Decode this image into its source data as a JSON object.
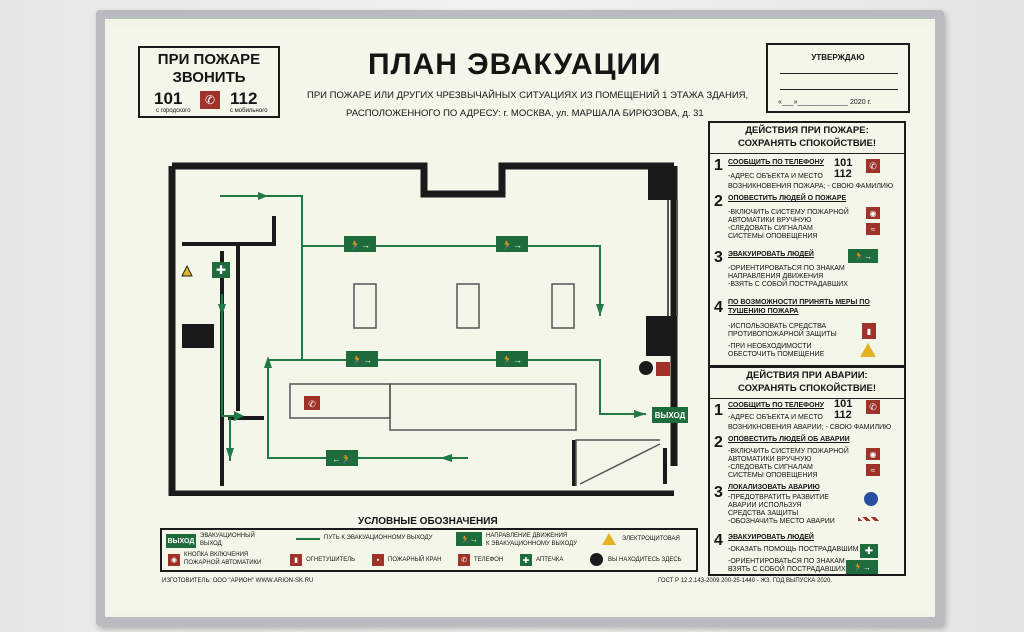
{
  "fire_call": {
    "title_line1": "ПРИ ПОЖАРЕ",
    "title_line2": "ЗВОНИТЬ",
    "num1": "101",
    "num1_note": "с городского",
    "num2": "112",
    "num2_note": "с мобильного"
  },
  "header": {
    "title": "ПЛАН ЭВАКУАЦИИ",
    "subtitle_line1": "ПРИ ПОЖАРЕ  ИЛИ ДРУГИХ ЧРЕЗВЫЧАЙНЫХ СИТУАЦИЯХ ИЗ ПОМЕЩЕНИЙ 1 ЭТАЖА ЗДАНИЯ,",
    "subtitle_line2": "РАСПОЛОЖЕННОГО ПО АДРЕСУ: г. МОСКВА, ул. МАРШАЛА БИРЮЗОВА, д. 31"
  },
  "approve": {
    "title": "УТВЕРЖДАЮ",
    "date": "«___»_____________ 2020 г."
  },
  "fire_actions": {
    "title_line1": "ДЕЙСТВИЯ ПРИ ПОЖАРЕ:",
    "title_line2": "СОХРАНЯТЬ СПОКОЙСТВИЕ!",
    "steps": [
      {
        "n": "1",
        "head": "СООБЩИТЬ ПО ТЕЛЕФОНУ",
        "nums": [
          "101",
          "112"
        ],
        "lines": [
          "-АДРЕС ОБЪЕКТА И МЕСТО",
          "ВОЗНИКНОВЕНИЯ ПОЖАРА; - СВОЮ ФАМИЛИЮ"
        ]
      },
      {
        "n": "2",
        "head": "ОПОВЕСТИТЬ ЛЮДЕЙ О ПОЖАРЕ",
        "lines": [
          "-ВКЛЮЧИТЬ СИСТЕМУ ПОЖАРНОЙ",
          "АВТОМАТИКИ ВРУЧНУЮ",
          "-СЛЕДОВАТЬ СИГНАЛАМ",
          "СИСТЕМЫ ОПОВЕЩЕНИЯ"
        ]
      },
      {
        "n": "3",
        "head": "ЭВАКУИРОВАТЬ ЛЮДЕЙ",
        "lines": [
          "-ОРИЕНТИРОВАТЬСЯ ПО  ЗНАКАМ",
          "НАПРАВЛЕНИЯ ДВИЖЕНИЯ",
          "-ВЗЯТЬ С СОБОЙ ПОСТРАДАВШИХ"
        ]
      },
      {
        "n": "4",
        "head": "ПО ВОЗМОЖНОСТИ ПРИНЯТЬ МЕРЫ ПО",
        "head2": "ТУШЕНИЮ ПОЖАРА",
        "lines": [
          "-ИСПОЛЬЗОВАТЬ СРЕДСТВА",
          "ПРОТИВОПОЖАРНОЙ ЗАЩИТЫ",
          "-ПРИ НЕОБХОДИМОСТИ",
          "ОБЕСТОЧИТЬ ПОМЕЩЕНИЕ"
        ]
      }
    ]
  },
  "accident_actions": {
    "title_line1": "ДЕЙСТВИЯ ПРИ АВАРИИ:",
    "title_line2": "СОХРАНЯТЬ СПОКОЙСТВИЕ!",
    "steps": [
      {
        "n": "1",
        "head": "СООБЩИТЬ ПО ТЕЛЕФОНУ",
        "nums": [
          "101",
          "112"
        ],
        "lines": [
          "-АДРЕС ОБЪЕКТА И МЕСТО",
          "ВОЗНИКНОВЕНИЯ АВАРИИ; - СВОЮ ФАМИЛИЮ"
        ]
      },
      {
        "n": "2",
        "head": "ОПОВЕСТИТЬ ЛЮДЕЙ ОБ АВАРИИ",
        "lines": [
          "-ВКЛЮЧИТЬ СИСТЕМУ ПОЖАРНОЙ",
          "АВТОМАТИКИ ВРУЧНУЮ",
          "-СЛЕДОВАТЬ СИГНАЛАМ",
          "СИСТЕМЫ ОПОВЕЩЕНИЯ"
        ]
      },
      {
        "n": "3",
        "head": "ЛОКАЛИЗОВАТЬ АВАРИЮ",
        "lines": [
          "-ПРЕДОТВРАТИТЬ РАЗВИТИЕ",
          "АВАРИИ ИСПОЛЬЗУЯ",
          "СРЕДСТВА ЗАЩИТЫ",
          "-ОБОЗНАЧИТЬ МЕСТО АВАРИИ"
        ]
      },
      {
        "n": "4",
        "head": "ЭВАКУИРОВАТЬ ЛЮДЕЙ",
        "lines": [
          "-ОКАЗАТЬ ПОМОЩЬ ПОСТРАДАВШИМ",
          "-ОРИЕНТИРОВАТЬСЯ ПО ЗНАКАМ",
          "ВЗЯТЬ С СОБОЙ ПОСТРАДАВШИХ"
        ]
      }
    ]
  },
  "plan": {
    "exit_label": "ВЫХОД"
  },
  "legend": {
    "title": "УСЛОВНЫЕ ОБОЗНАЧЕНИЯ",
    "exit_box": "ВЫХОД",
    "exit_text_line1": "ЭВАКУАЦИОННЫЙ",
    "exit_text_line2": "ВЫХОД",
    "path": "ПУТЬ К ЭВАКУАЦИОННОМУ ВЫХОДУ",
    "direction_line1": "НАПРАВЛЕНИЕ ДВИЖЕНИЯ",
    "direction_line2": "К ЭВАКУАЦИОННОМУ ВЫХОДУ",
    "panel": "ЭЛЕКТРОЩИТОВАЯ",
    "button_line1": "КНОПКА ВКЛЮЧЕНИЯ",
    "button_line2": "ПОЖАРНОЙ АВТОМАТИКИ",
    "extinguisher": "ОГНЕТУШИТЕЛЬ",
    "hydrant": "ПОЖАРНЫЙ КРАН",
    "phone": "ТЕЛЕФОН",
    "first_aid": "АПТЕЧКА",
    "you_are_here": "ВЫ НАХОДИТЕСЬ ЗДЕСЬ"
  },
  "footer": {
    "maker": "ИЗГОТОВИТЕЛЬ: ООО \"АРИОН\" WWW.ARION-SK.RU",
    "gost": "ГОСТ Р 12.2.143-2009 200-25-1440 - ЖЗ. ГОД ВЫПУСКА 2020."
  },
  "colors": {
    "sign_green": "#1e6b3b",
    "sign_red": "#a0322a",
    "route": "#1f7a45",
    "plate": "#f3f6e8",
    "frame": "#b9bcbf"
  }
}
